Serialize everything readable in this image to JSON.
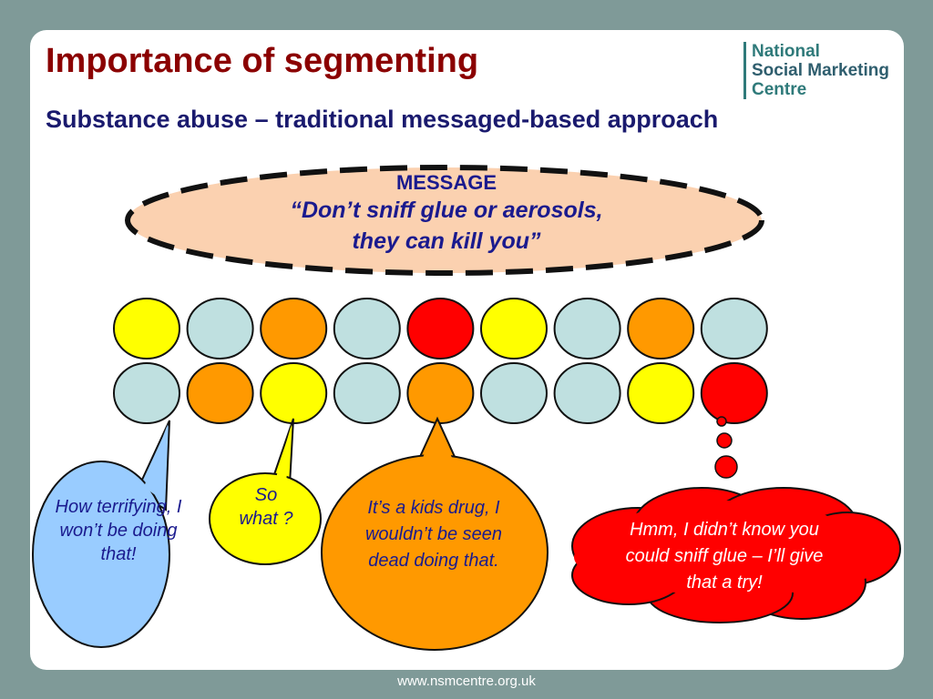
{
  "slide": {
    "title": "Importance of segmenting",
    "subtitle": "Substance abuse – traditional messaged-based approach"
  },
  "logo": {
    "line1": "National",
    "line2": "Social Marketing",
    "line3": "Centre"
  },
  "message": {
    "label": "MESSAGE",
    "quote_line1": "“Don’t sniff glue or aerosols,",
    "quote_line2": "they can kill you”"
  },
  "circle_rows": [
    [
      "yellow",
      "lightblue",
      "orange",
      "lightblue",
      "red",
      "yellow",
      "lightblue",
      "orange",
      "lightblue"
    ],
    [
      "lightblue",
      "orange",
      "yellow",
      "lightblue",
      "orange",
      "lightblue",
      "lightblue",
      "yellow",
      "red"
    ]
  ],
  "colors": {
    "yellow": "#ffff00",
    "lightblue": "#bfe0e0",
    "orange": "#ff9900",
    "red": "#ff0000",
    "title": "#8b0000",
    "subtitle": "#1a1a6e",
    "message_fill": "#fbd1b0",
    "bubble_blue": "#99ccff"
  },
  "bubbles": [
    {
      "text": "How terrifying, I won’t be doing that!"
    },
    {
      "text": "So what ?"
    },
    {
      "text": "It’s a kids drug, I wouldn’t be seen dead doing that."
    },
    {
      "text": "Hmm, I didn’t know you could sniff glue – I’ll give that a try!"
    }
  ],
  "footer": "www.nsmcentre.org.uk"
}
